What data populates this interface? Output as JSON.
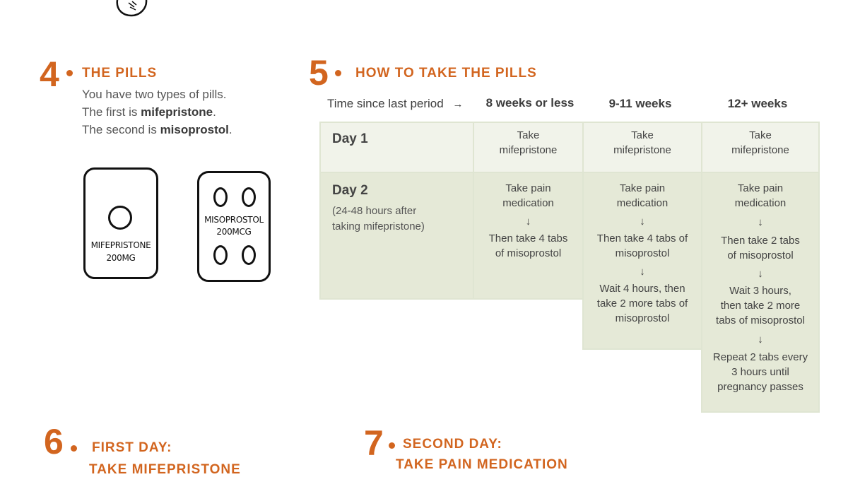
{
  "section4": {
    "number": "4",
    "title": "THE PILLS",
    "line1": "You have two types of pills.",
    "line2_prefix": "The first is ",
    "line2_bold": "mifepristone",
    "line2_suffix": ".",
    "line3_prefix": "The second is ",
    "line3_bold": "misoprostol",
    "line3_suffix": ".",
    "pack1_label_line1": "MIFEPRISTONE",
    "pack1_label_line2": "200MG",
    "pack2_label_line1": "MISOPROSTOL",
    "pack2_label_line2": "200MCG"
  },
  "section5": {
    "number": "5",
    "title": "HOW TO TAKE THE PILLS",
    "time_label": "Time since last period",
    "time_arrow": "→",
    "columns": [
      "8 weeks or less",
      "9-11 weeks",
      "12+ weeks"
    ],
    "day1": {
      "label": "Day 1",
      "cells": [
        [
          "Take",
          "mifepristone"
        ],
        [
          "Take",
          "mifepristone"
        ],
        [
          "Take",
          "mifepristone"
        ]
      ]
    },
    "day2": {
      "label": "Day 2",
      "sub_line1": "(24-48 hours after",
      "sub_line2": "taking mifepristone)",
      "col1": [
        "Take pain",
        "medication",
        "Then take 4 tabs",
        "of misoprostol"
      ],
      "col2": [
        "Take pain",
        "medication",
        "Then take 4 tabs of",
        "misoprostol",
        "Wait 4 hours, then",
        "take 2 more tabs of",
        "misoprostol"
      ],
      "col3": [
        "Take pain",
        "medication",
        "Then take 2 tabs",
        "of misoprostol",
        "Wait 3 hours,",
        "then take 2 more",
        "tabs of misoprostol",
        "Repeat 2 tabs every",
        "3 hours until",
        "pregnancy passes"
      ]
    },
    "down_arrow": "↓"
  },
  "section6": {
    "number": "6",
    "title_line1": "FIRST DAY:",
    "title_line2": "TAKE MIFEPRISTONE"
  },
  "section7": {
    "number": "7",
    "title_line1": "SECOND DAY:",
    "title_line2": "TAKE PAIN MEDICATION"
  },
  "colors": {
    "accent": "#d2651f",
    "cell_light": "#f1f3ea",
    "cell_dark": "#e5e9d7",
    "cell_border": "#dfe5d2"
  }
}
